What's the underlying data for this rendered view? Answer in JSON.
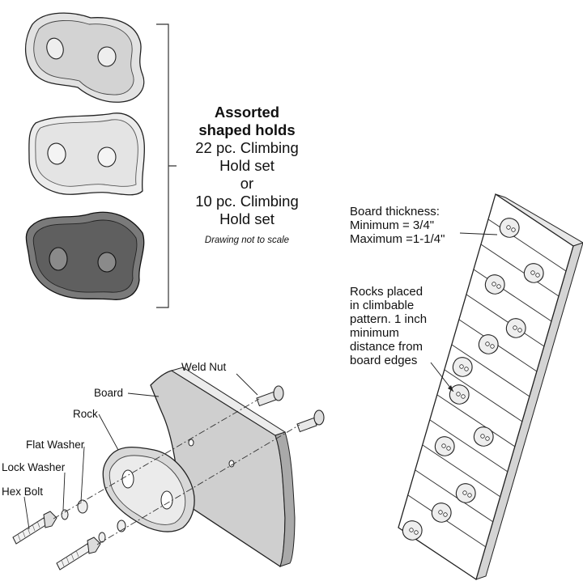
{
  "holds_caption": {
    "title_line1": "Assorted",
    "title_line2": "shaped holds",
    "line3": "22 pc. Climbing",
    "line4": "Hold set",
    "line5": "or",
    "line6": "10 pc. Climbing",
    "line7": "Hold set",
    "note": "Drawing not to scale"
  },
  "board_note": {
    "line1": "Board thickness:",
    "line2": "Minimum = 3/4\"",
    "line3": "Maximum =1-1/4\""
  },
  "rock_note": {
    "line1": "Rocks placed",
    "line2": "in climbable",
    "line3": "pattern.  1 inch",
    "line4": "minimum",
    "line5": "distance from",
    "line6": "board edges"
  },
  "parts": {
    "weld_nut": "Weld Nut",
    "board": "Board",
    "rock": "Rock",
    "flat_washer": "Flat Washer",
    "lock_washer": "Lock Washer",
    "hex_bolt": "Hex Bolt"
  },
  "colors": {
    "line": "#222222",
    "hold_light": "#e6e6e6",
    "hold_mid": "#d2d2d2",
    "hold_dark": "#6f6f6f",
    "board_face": "#c9c9c9",
    "board_edge": "#a9a9a9",
    "ladder_face": "#ffffff"
  }
}
